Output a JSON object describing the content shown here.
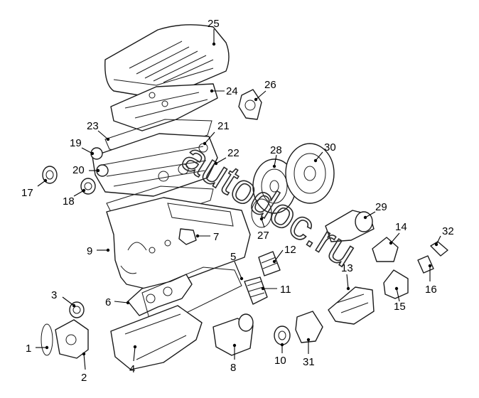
{
  "diagram": {
    "callouts": [
      "1",
      "2",
      "3",
      "4",
      "5",
      "6",
      "7",
      "8",
      "9",
      "10",
      "11",
      "12",
      "13",
      "14",
      "15",
      "16",
      "17",
      "18",
      "19",
      "20",
      "21",
      "22",
      "23",
      "24",
      "25",
      "26",
      "27",
      "28",
      "29",
      "30",
      "31",
      "32"
    ],
    "watermark": "autodoc.ru",
    "colors": {
      "line": "#1a1a1a",
      "background": "#ffffff"
    }
  }
}
